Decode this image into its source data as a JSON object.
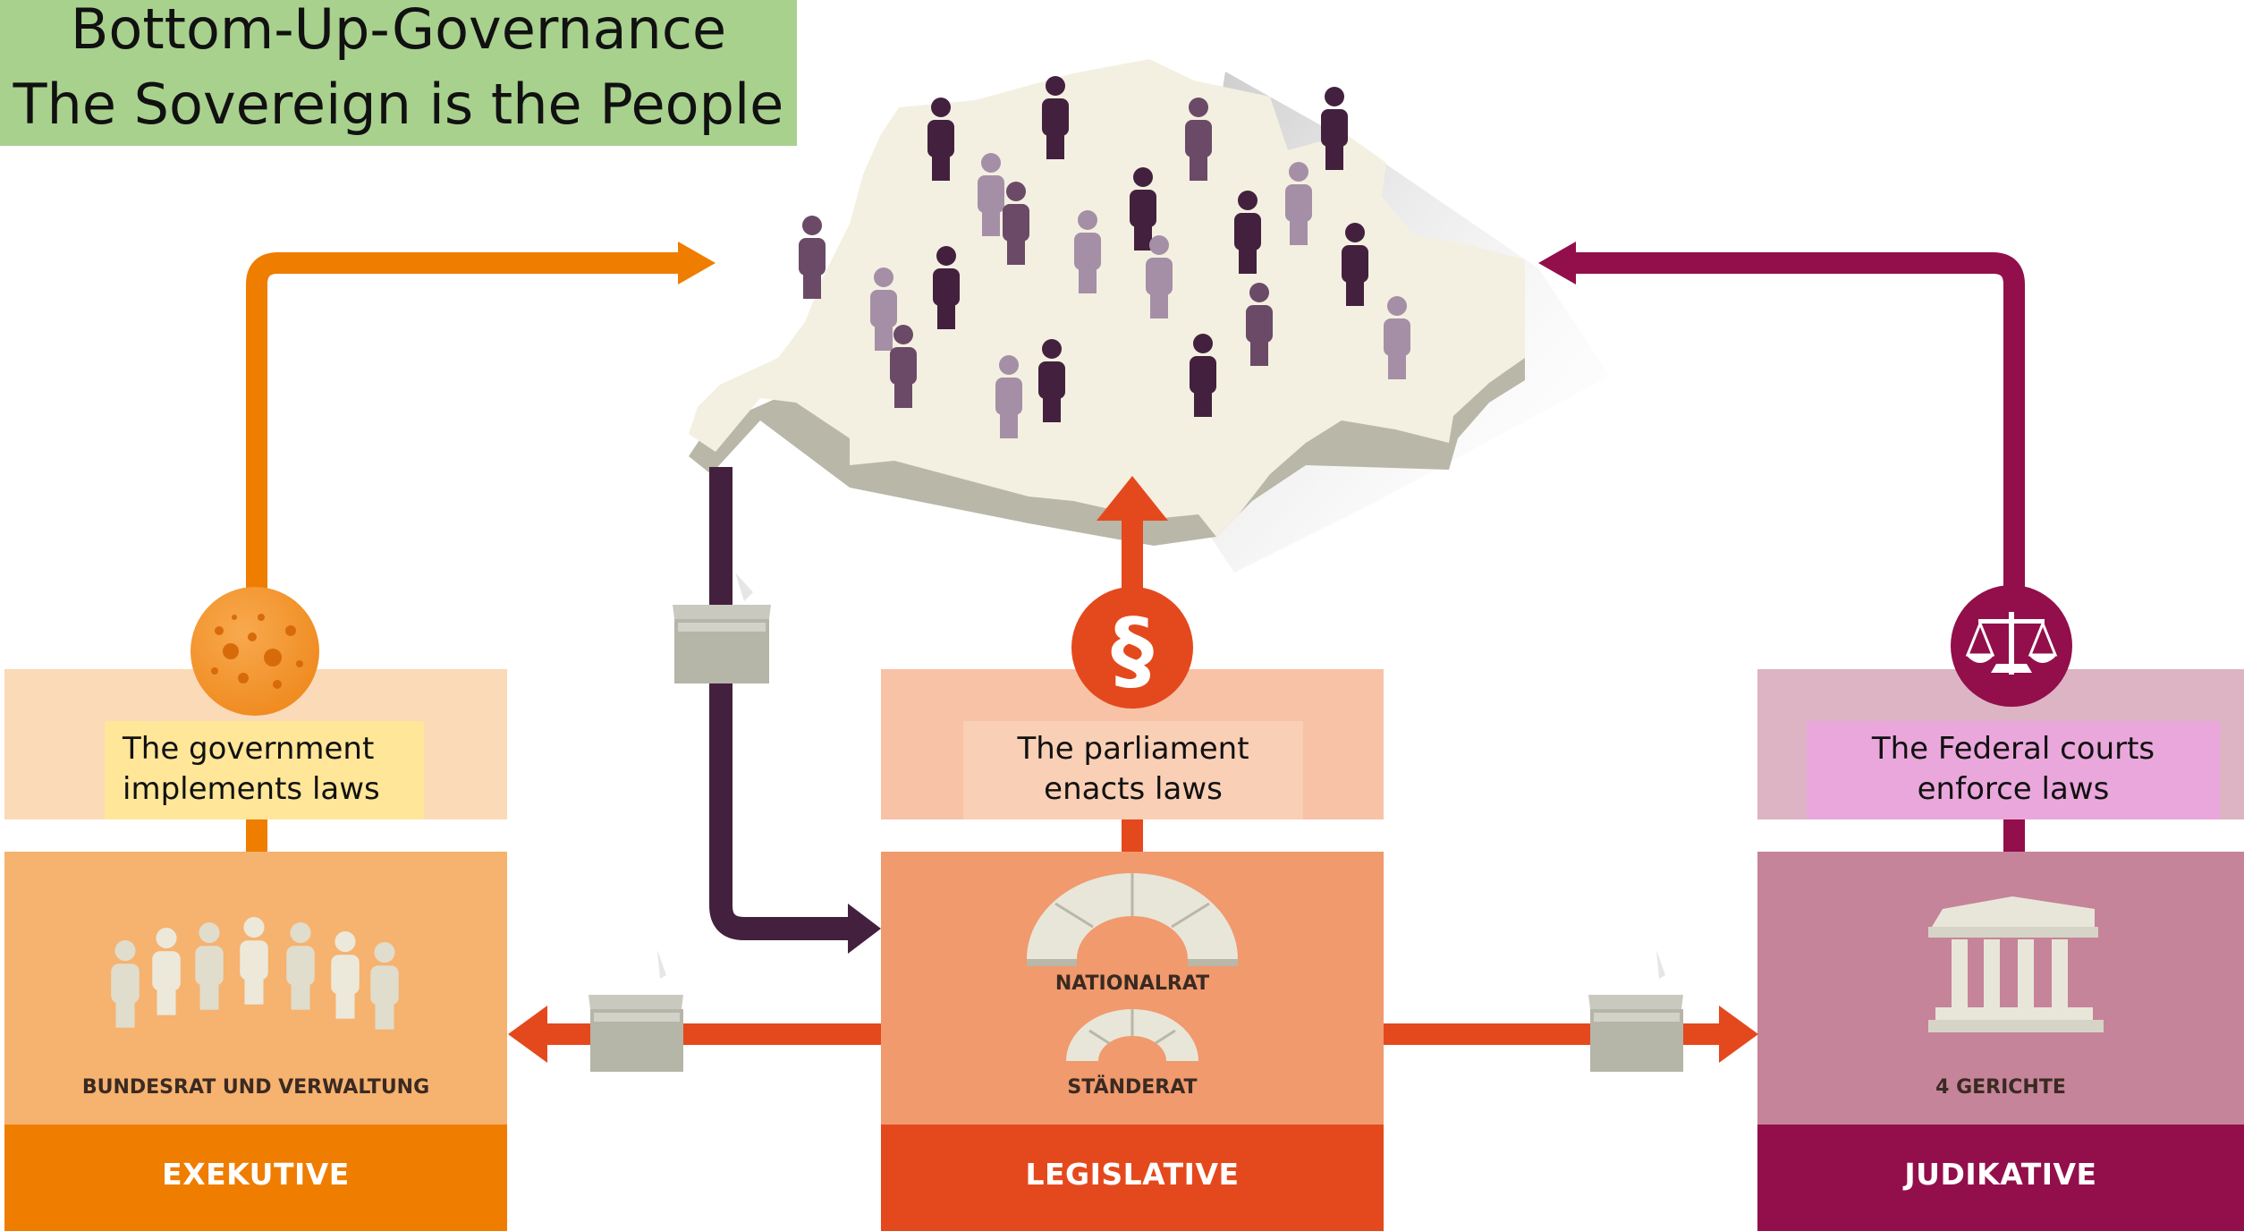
{
  "title": {
    "line1": "Bottom-Up-Governance",
    "line2": "The Sovereign is the People"
  },
  "branches": {
    "executive": {
      "label": "EXEKUTIVE",
      "unit": "BUNDESRAT UND VERWALTUNG",
      "desc_line1": "The government",
      "desc_line2": "implements laws",
      "color": "#ef7d00"
    },
    "legislative": {
      "label": "LEGISLATIVE",
      "unit_top": "NATIONALRAT",
      "unit_bottom": "STÄNDERAT",
      "desc_line1": "The parliament",
      "desc_line2": "enacts laws",
      "color": "#e4491d"
    },
    "judicative": {
      "label": "JUDIKATIVE",
      "unit": "4 GERICHTE",
      "desc_line1": "The Federal courts",
      "desc_line2": "enforce laws",
      "color": "#920f4b"
    }
  },
  "icons": {
    "people": "people-group-icon",
    "executive": "cheese-icon",
    "legislative": "paragraph-icon",
    "judicative": "scales-icon",
    "vote": "ballot-box-icon",
    "court": "courthouse-icon",
    "parliament": "parliament-chamber-icon"
  },
  "paragraph_symbol": "§",
  "colors": {
    "title_bg": "#a9d18e",
    "people_vote_arrow": "#43213e",
    "map_fill": "#f3f0e1"
  }
}
